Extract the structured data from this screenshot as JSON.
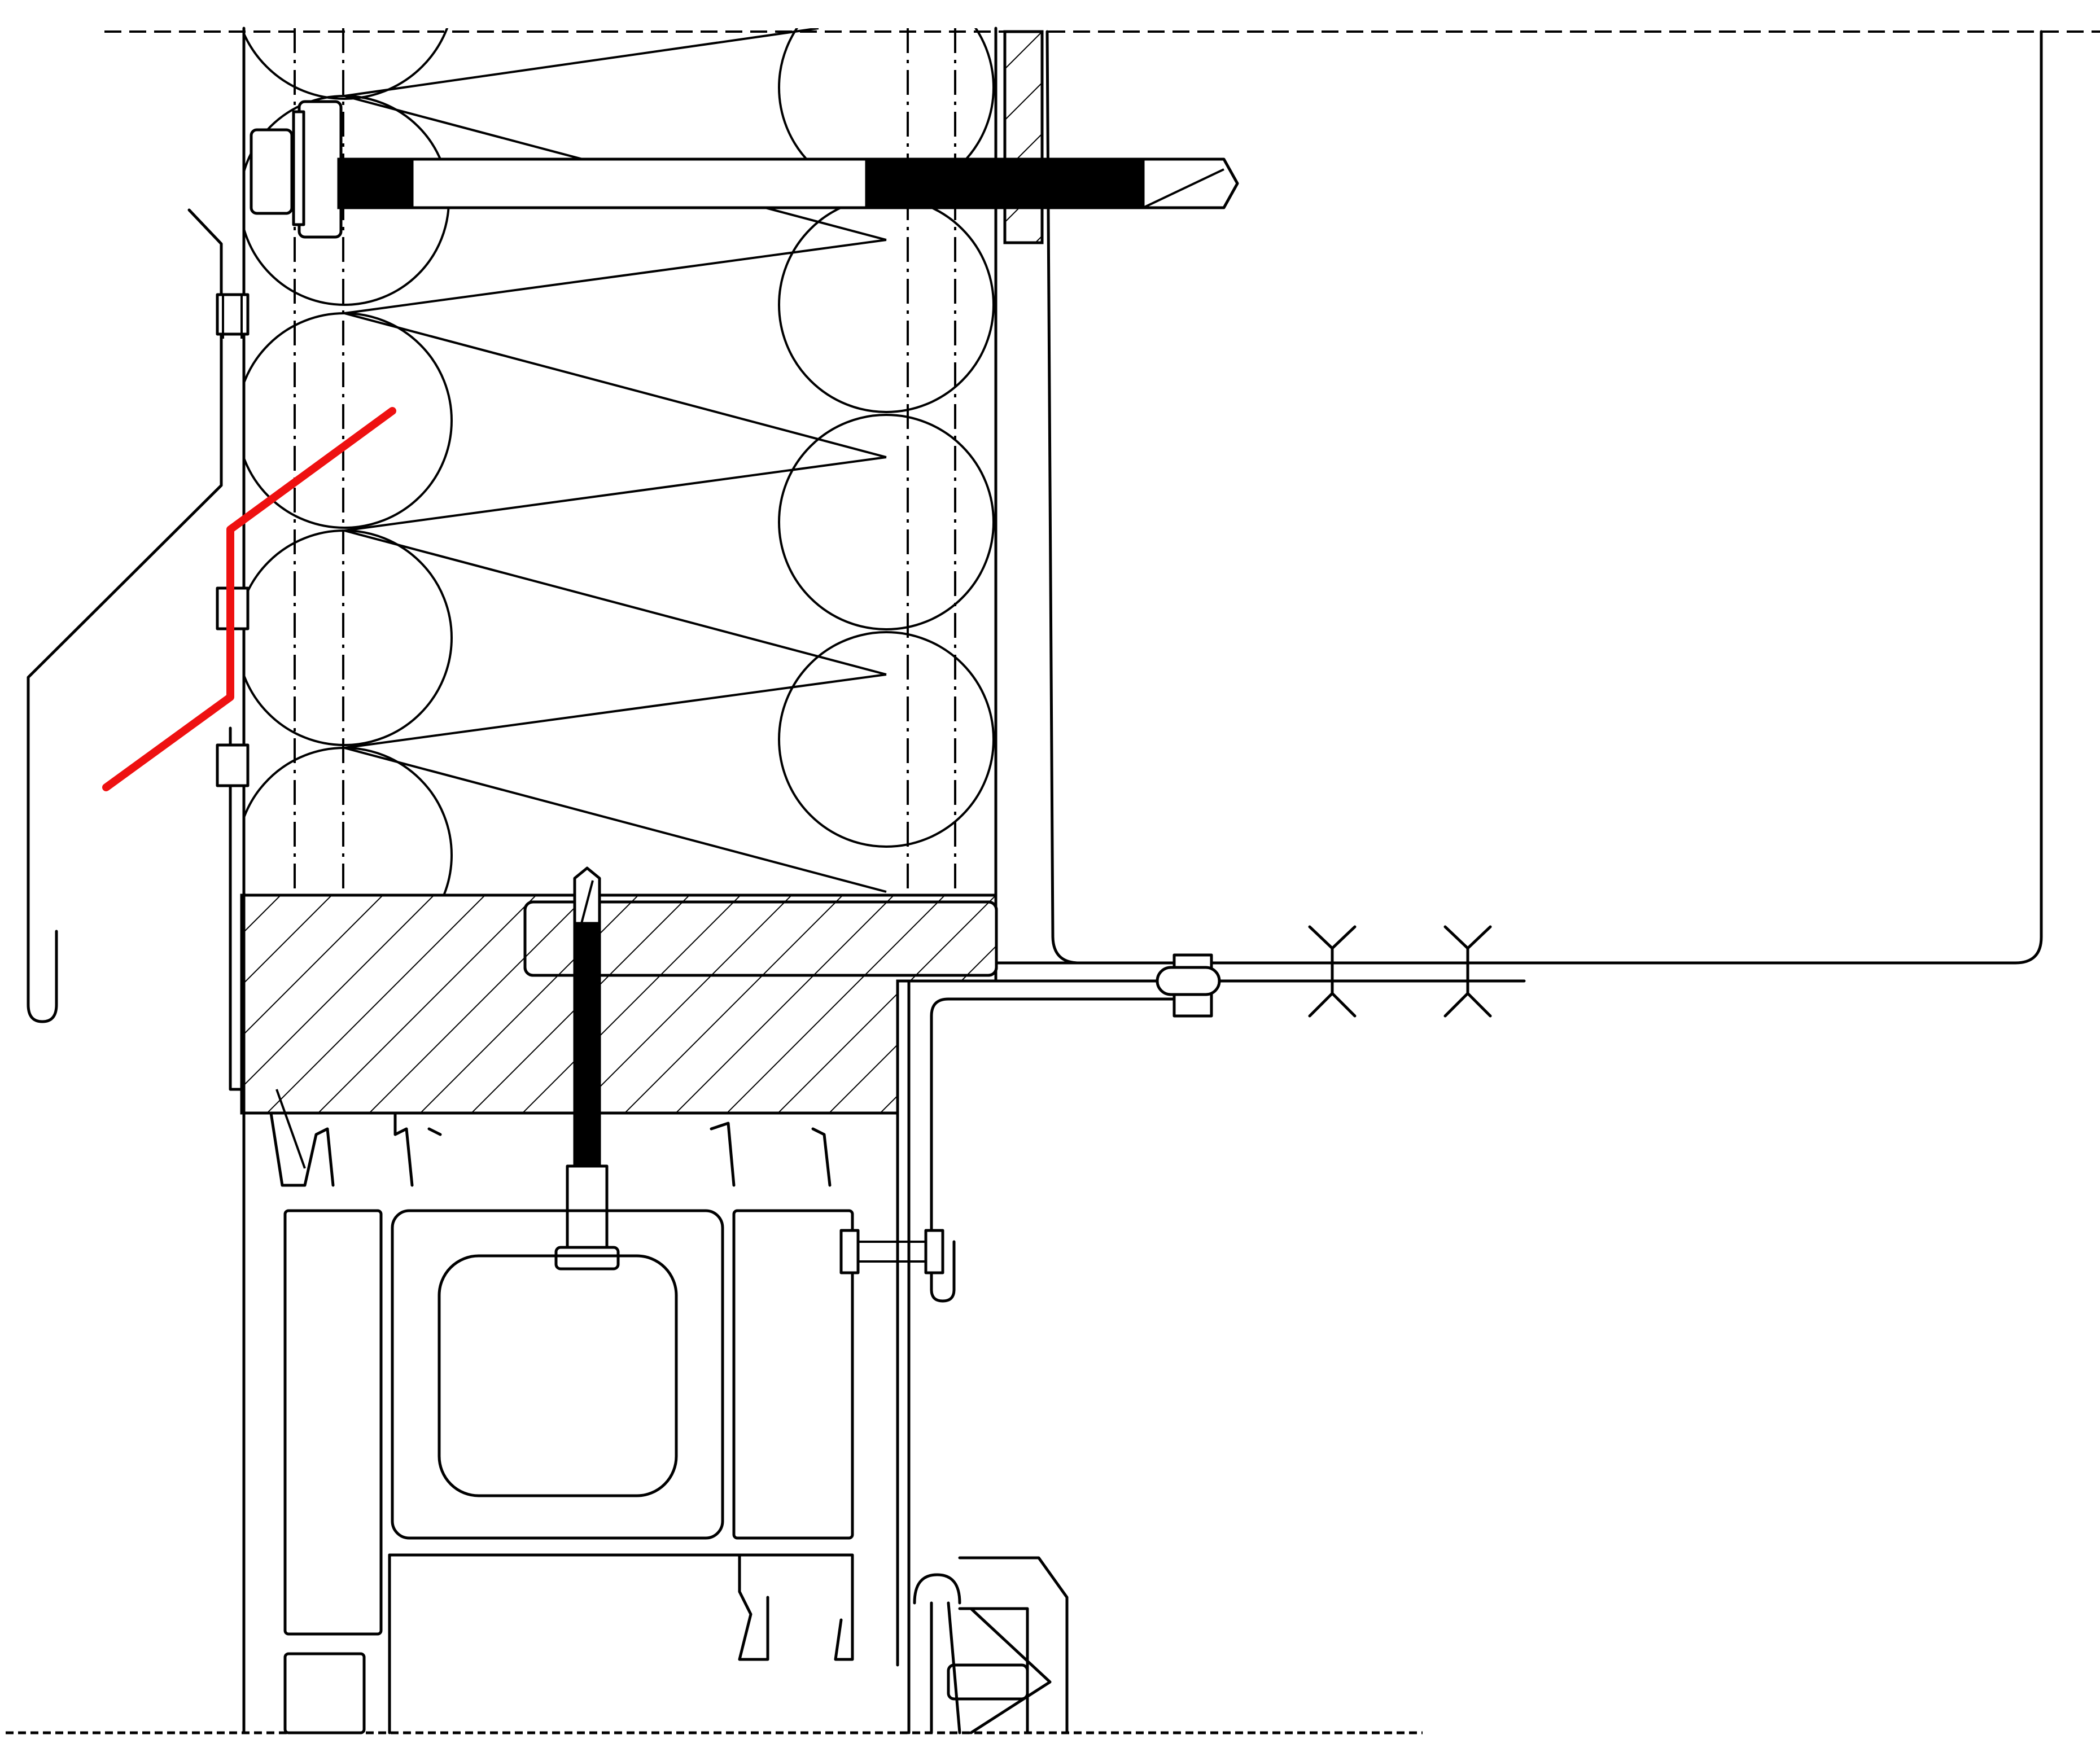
{
  "drawing": {
    "type": "construction section detail",
    "accent_color": "#ee1111",
    "line_color": "#000000",
    "background_color": "#ffffff",
    "components": [
      "insulation-layer",
      "anchor-screw",
      "window-frame-profile",
      "timber-sill",
      "sill-fixing-screw",
      "membrane-line",
      "drip-flashing",
      "sealing-strip",
      "highlight-marker"
    ]
  }
}
